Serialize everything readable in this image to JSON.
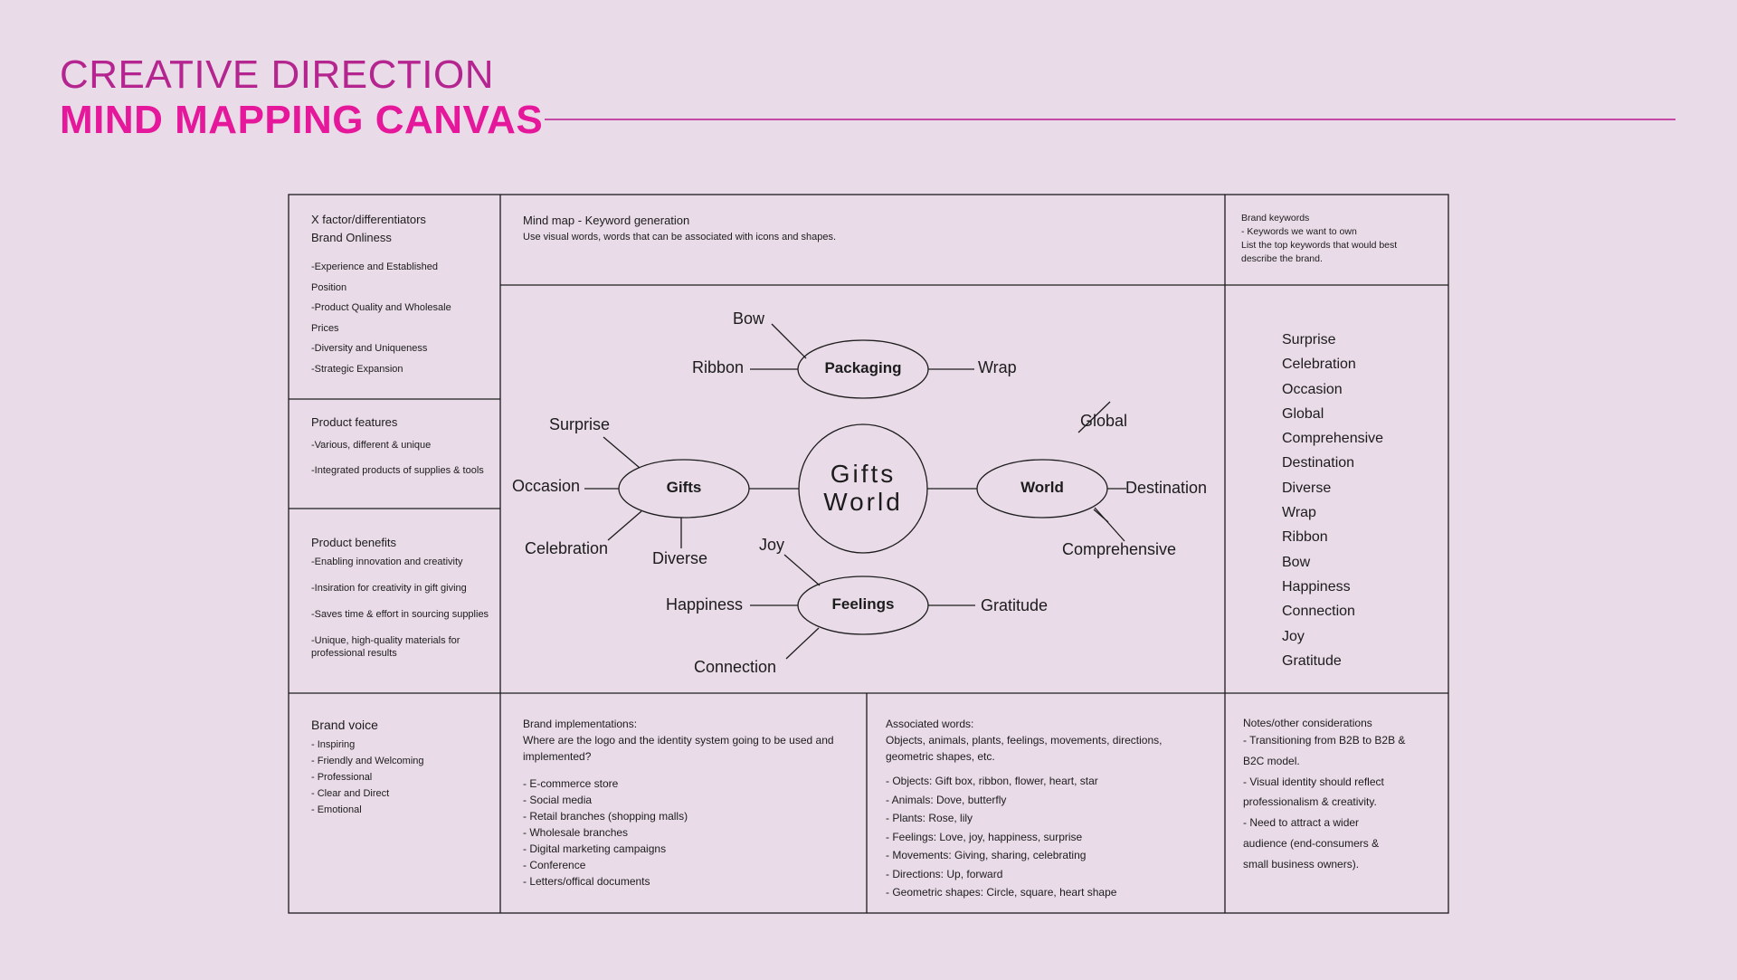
{
  "header": {
    "title_line1": "CREATIVE DIRECTION",
    "title_line2": "MIND MAPPING CANVAS"
  },
  "differentiators": {
    "heading1": "X factor/differentiators",
    "heading2": "Brand Onliness",
    "items": [
      "-Experience and Established",
      "Position",
      "-Product Quality and Wholesale",
      "Prices",
      "-Diversity and Uniqueness",
      "-Strategic Expansion"
    ]
  },
  "product_features": {
    "heading": "Product features",
    "items": [
      "-Various, different & unique",
      "-Integrated products of supplies & tools"
    ]
  },
  "product_benefits": {
    "heading": "Product benefits",
    "items": [
      "-Enabling innovation and creativity",
      "-Insiration for creativity in gift giving",
      "-Saves time & effort in sourcing supplies",
      "-Unique, high-quality materials for professional results"
    ]
  },
  "mindmap_header": {
    "title": "Mind map -  Keyword generation",
    "subtitle": "Use visual words, words that can be associated with icons and shapes."
  },
  "brand_keywords_header": {
    "title": "Brand keywords",
    "line1": "- Keywords we want to own",
    "line2": "List the top keywords that would best describe the brand."
  },
  "brand_keywords": [
    "Surprise",
    "Celebration",
    "Occasion",
    "Global",
    "Comprehensive",
    "Destination",
    "Diverse",
    "Wrap",
    "Ribbon",
    "Bow",
    "Happiness",
    "Connection",
    "Joy",
    "Gratitude"
  ],
  "mindmap": {
    "center_line1": "Gifts",
    "center_line2": "World",
    "packaging": {
      "label": "Packaging",
      "bow": "Bow",
      "ribbon": "Ribbon",
      "wrap": "Wrap"
    },
    "gifts": {
      "label": "Gifts",
      "surprise": "Surprise",
      "occasion": "Occasion",
      "celebration": "Celebration",
      "diverse": "Diverse"
    },
    "world": {
      "label": "World",
      "global": "Global",
      "destination": "Destination",
      "comprehensive": "Comprehensive"
    },
    "feelings": {
      "label": "Feelings",
      "joy": "Joy",
      "happiness": "Happiness",
      "gratitude": "Gratitude",
      "connection": "Connection"
    }
  },
  "brand_voice": {
    "heading": "Brand voice",
    "items": [
      "- Inspiring",
      "- Friendly and Welcoming",
      "- Professional",
      "- Clear and Direct",
      "- Emotional"
    ]
  },
  "brand_implementations": {
    "heading": "Brand implementations:",
    "question": "Where are the logo and the identity system going to be used and implemented?",
    "items": [
      "- E-commerce store",
      "- Social media",
      "- Retail branches (shopping malls)",
      "- Wholesale branches",
      "- Digital marketing campaigns",
      "- Conference",
      "- Letters/offical documents"
    ]
  },
  "associated_words": {
    "heading": "Associated words:",
    "intro": "Objects, animals, plants, feelings, movements, directions, geometric shapes, etc.",
    "items": [
      "- Objects: Gift box, ribbon, flower, heart, star",
      "- Animals: Dove, butterfly",
      "- Plants: Rose, lily",
      "- Feelings: Love, joy, happiness, surprise",
      "- Movements: Giving, sharing, celebrating",
      "- Directions: Up, forward",
      "- Geometric shapes: Circle, square, heart shape"
    ]
  },
  "notes": {
    "heading": "Notes/other considerations",
    "items": [
      "- Transitioning from B2B to B2B &",
      "B2C model.",
      "- Visual identity should reflect",
      "professionalism & creativity.",
      "- Need to attract a wider",
      "audience (end-consumers &",
      "small business owners)."
    ]
  }
}
